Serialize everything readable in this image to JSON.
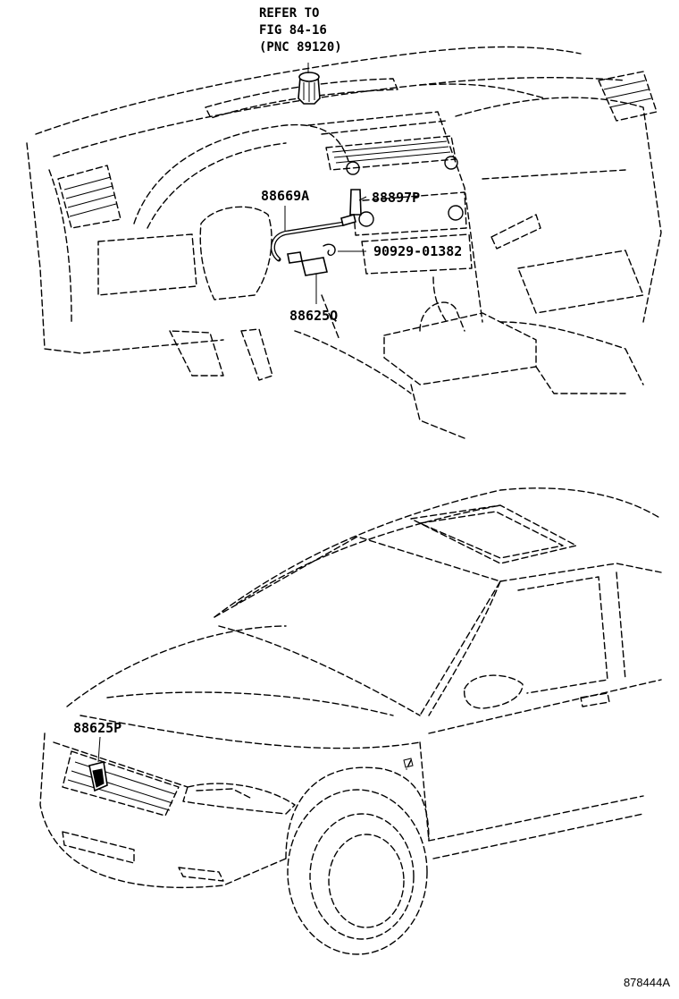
{
  "refer_note": {
    "line1": "REFER TO",
    "line2": "FIG 84-16",
    "line3": "(PNC 89120)"
  },
  "callouts": {
    "c_88669A": "88669A",
    "c_88897P": "88897P",
    "c_90929": "90929-01382",
    "c_88625Q": "88625Q",
    "c_88625P": "88625P"
  },
  "figure_id": "878444A"
}
